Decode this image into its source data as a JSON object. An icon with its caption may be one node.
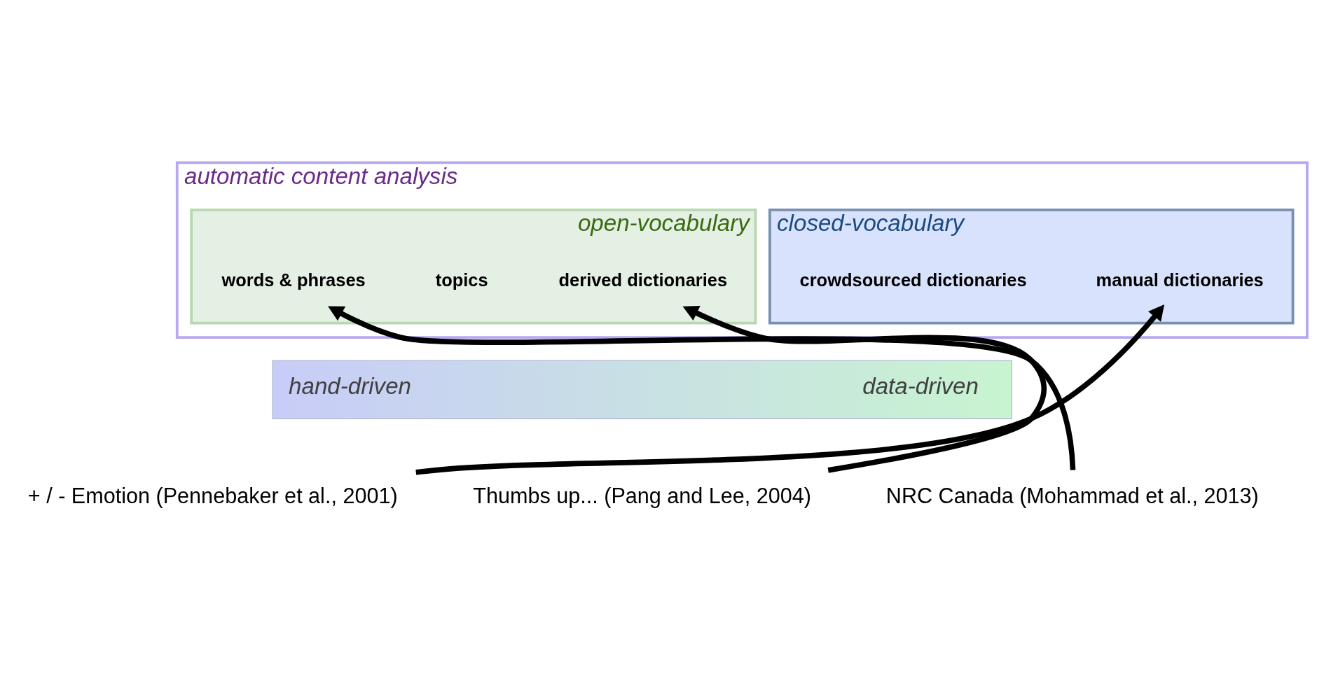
{
  "diagram": {
    "nodes": [
      {
        "text": [
          "automatic content analysis"
        ]
      },
      {
        "text": [
          "closed-vocabulary"
        ],
        "in": 0
      },
      {
        "text": [
          "manual dictionaries"
        ],
        "in": 1
      },
      {
        "text": [
          "crowdsourced dictionaries"
        ],
        "in": 1
      },
      {
        "text": [
          "open-vocabulary"
        ],
        "in": 0
      },
      {
        "text": [
          "derived dictionaries"
        ],
        "in": 4
      },
      {
        "text": [
          "topics"
        ],
        "in": 4
      },
      {
        "text": [
          "words & phrases"
        ],
        "in": 4
      },
      {
        "text": [
          "hand-driven",
          "data-driven"
        ]
      },
      {
        "text": [
          "+ / - Emotion (Pennebaker et al., 2001)"
        ]
      },
      {
        "text": [
          "Thumbs up... (Pang and Lee, 2004)"
        ]
      },
      {
        "text": [
          "NRC Canada (Mohammad et al., 2013)"
        ]
      }
    ],
    "edges": [
      {
        "from": 9,
        "to": 2,
        "arrow": "to"
      },
      {
        "from": 10,
        "to": 5,
        "arrow": "to"
      },
      {
        "from": 11,
        "to": 7,
        "arrow": "to"
      }
    ]
  }
}
